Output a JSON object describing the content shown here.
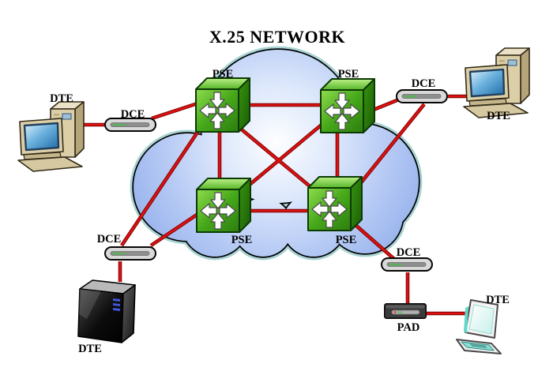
{
  "title": "X.25 NETWORK",
  "nodes": {
    "pse_top_left": "PSE",
    "pse_top_right": "PSE",
    "pse_bottom_left": "PSE",
    "pse_bottom_right": "PSE",
    "dte_left": "DTE",
    "dce_left": "DCE",
    "dce_right": "DCE",
    "dte_right": "DTE",
    "dce_bottom_left": "DCE",
    "dte_server": "DTE",
    "dce_bottom_right": "DCE",
    "pad": "PAD",
    "dte_workstation": "DTE"
  },
  "device_icons": {
    "pse": "green-packet-switch-cube",
    "dce": "modem-with-green-leds",
    "dte_left": "desktop-computer",
    "dte_right": "desktop-computer",
    "dte_server": "black-server-tower",
    "dte_workstation": "flat-monitor-with-keyboard",
    "pad": "dark-pad-box"
  },
  "connections": [
    [
      "dte_left",
      "dce_left"
    ],
    [
      "dce_left",
      "pse_top_left"
    ],
    [
      "pse_top_left",
      "pse_top_right"
    ],
    [
      "pse_top_left",
      "pse_bottom_left"
    ],
    [
      "pse_top_left",
      "pse_bottom_right"
    ],
    [
      "pse_top_right",
      "pse_bottom_left"
    ],
    [
      "pse_top_right",
      "pse_bottom_right"
    ],
    [
      "pse_bottom_left",
      "pse_bottom_right"
    ],
    [
      "pse_top_right",
      "dce_right"
    ],
    [
      "dce_right",
      "dte_right"
    ],
    [
      "dce_right",
      "pse_bottom_right"
    ],
    [
      "dce_bottom_left",
      "pse_top_left"
    ],
    [
      "dce_bottom_left",
      "pse_bottom_left"
    ],
    [
      "dce_bottom_left",
      "dte_server"
    ],
    [
      "pse_bottom_right",
      "dce_bottom_right"
    ],
    [
      "dce_bottom_right",
      "pad"
    ],
    [
      "pad",
      "dte_workstation"
    ]
  ],
  "colors": {
    "background": "#ffffff",
    "link": "#dd1111",
    "link_outline": "#7c0404",
    "cloud_fill_center": "#fdfeff",
    "cloud_fill_edge": "#96b2ec",
    "cloud_border": "#000000",
    "cloud_outer_ring": "#aad4d4",
    "pse_cube_green": "#46a81a",
    "label_color": "#000000"
  }
}
